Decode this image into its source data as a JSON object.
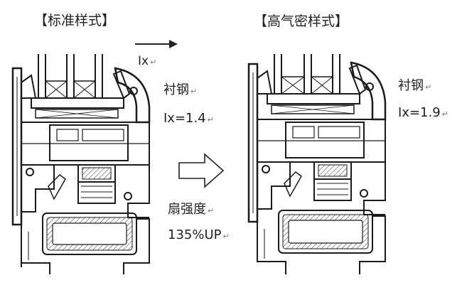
{
  "left": {
    "title": "【标准样式】",
    "lining_label": "衬钢",
    "ix_label": "Ix=1.4"
  },
  "right": {
    "title": "【高气密样式】",
    "lining_label": "衬钢",
    "ix_label": "Ix=1.9"
  },
  "top_arrow_label": "Ix",
  "sash_strength_label": "扇强度",
  "improvement_label": "135%UP",
  "paragraph_mark": "↵"
}
